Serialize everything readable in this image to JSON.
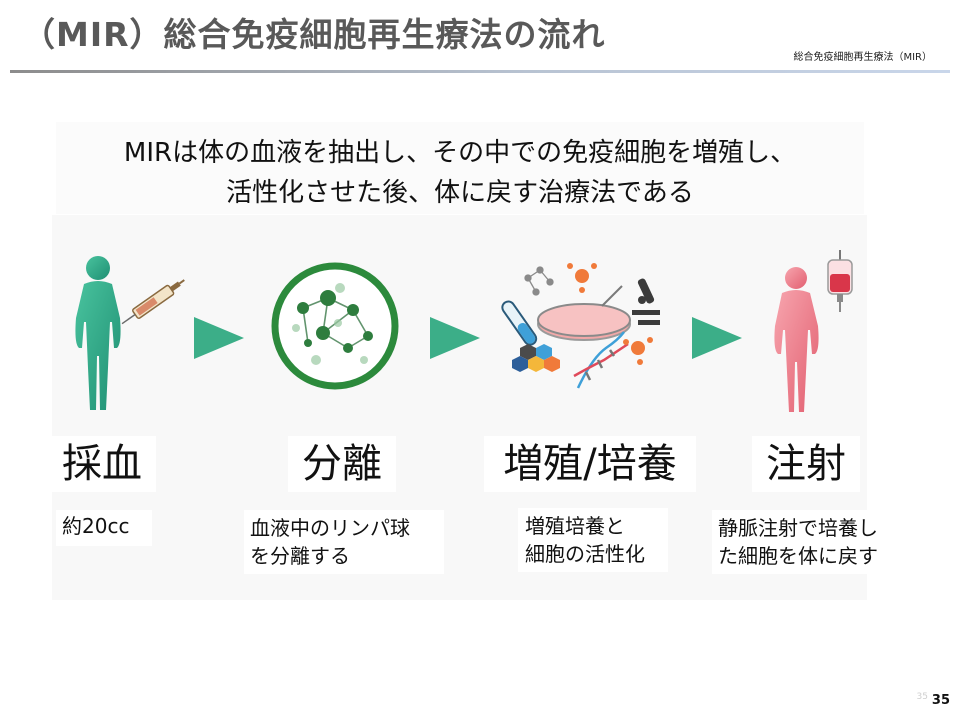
{
  "header": {
    "title": "（MIR）総合免疫細胞再生療法の流れ",
    "subtitle": "総合免疫細胞再生療法（MIR）"
  },
  "lead": {
    "line1": "MIRは体の血液を抽出し、その中での免疫細胞を増殖し、",
    "line2": "活性化させた後、体に戻す治療法である"
  },
  "steps": [
    {
      "title": "採血",
      "desc_line1": "約20cc",
      "desc_line2": ""
    },
    {
      "title": "分離",
      "desc_line1": "血液中のリンパ球",
      "desc_line2": "を分離する"
    },
    {
      "title": "増殖/培養",
      "desc_line1": "増殖培養と",
      "desc_line2": "細胞の活性化"
    },
    {
      "title": "注射",
      "desc_line1": "静脈注射で培養し",
      "desc_line2": "た細胞を体に戻す"
    }
  ],
  "colors": {
    "arrow": "#3cae88",
    "body_teal": "#2fae8a",
    "body_pink": "#ef7d8b",
    "circle_green": "#2c8a3c"
  },
  "icons": [
    "human-body-teal-icon",
    "syringe-icon",
    "cell-network-circle-icon",
    "lab-equipment-icon",
    "human-body-pink-icon",
    "iv-bag-icon"
  ],
  "footer": {
    "page": "35",
    "ghost": "35"
  }
}
